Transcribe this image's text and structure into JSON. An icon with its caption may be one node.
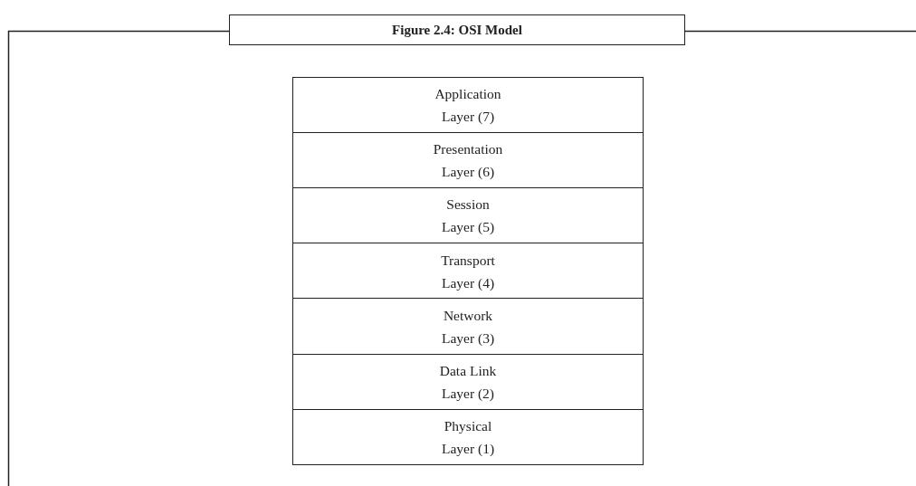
{
  "diagram": {
    "title": "Figure 2.4: OSI Model",
    "nodes": [
      {
        "text": [
          "Application Layer (7)"
        ]
      },
      {
        "text": [
          "Presentation Layer (6)"
        ]
      },
      {
        "text": [
          "Session Layer (5)"
        ]
      },
      {
        "text": [
          "Transport Layer (4)"
        ]
      },
      {
        "text": [
          "Network Layer (3)"
        ]
      },
      {
        "text": [
          "Data Link Layer (2)"
        ]
      },
      {
        "text": [
          "Physical Layer (1)"
        ]
      }
    ]
  }
}
